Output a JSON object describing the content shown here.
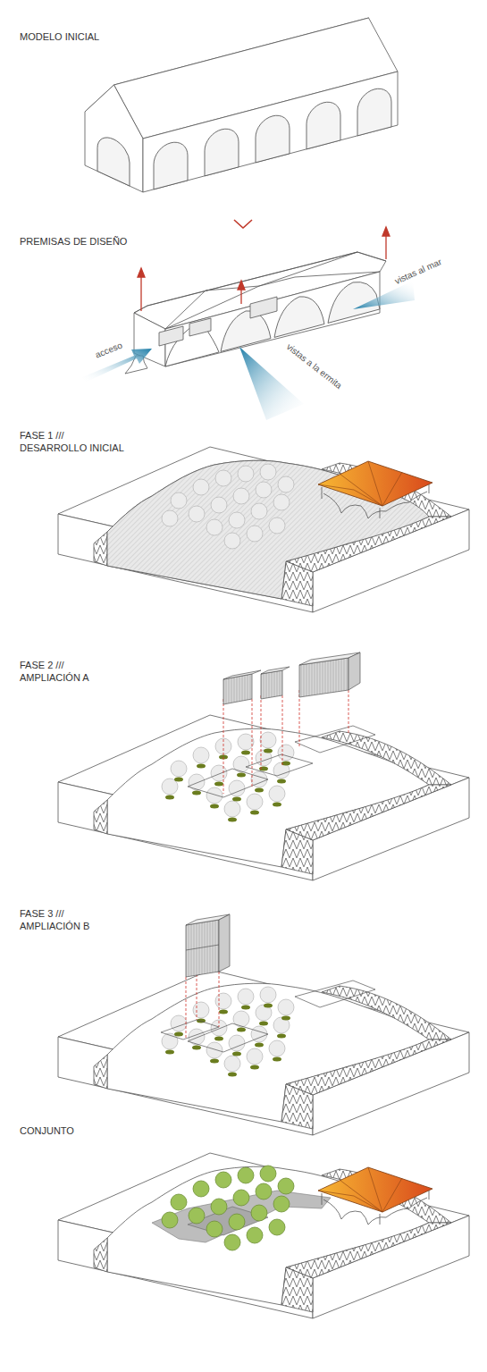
{
  "diagram": {
    "labels": [
      "MODELO INICIAL",
      "PREMISAS DE DISEÑO",
      "acceso",
      "vistas a la ermita",
      "vistas al mar",
      "FASE 1 /// DESARROLLO INICIAL",
      "FASE 2 /// AMPLIACIÓN A",
      "FASE 3 /// AMPLIACIÓN B",
      "CONJUNTO"
    ]
  }
}
